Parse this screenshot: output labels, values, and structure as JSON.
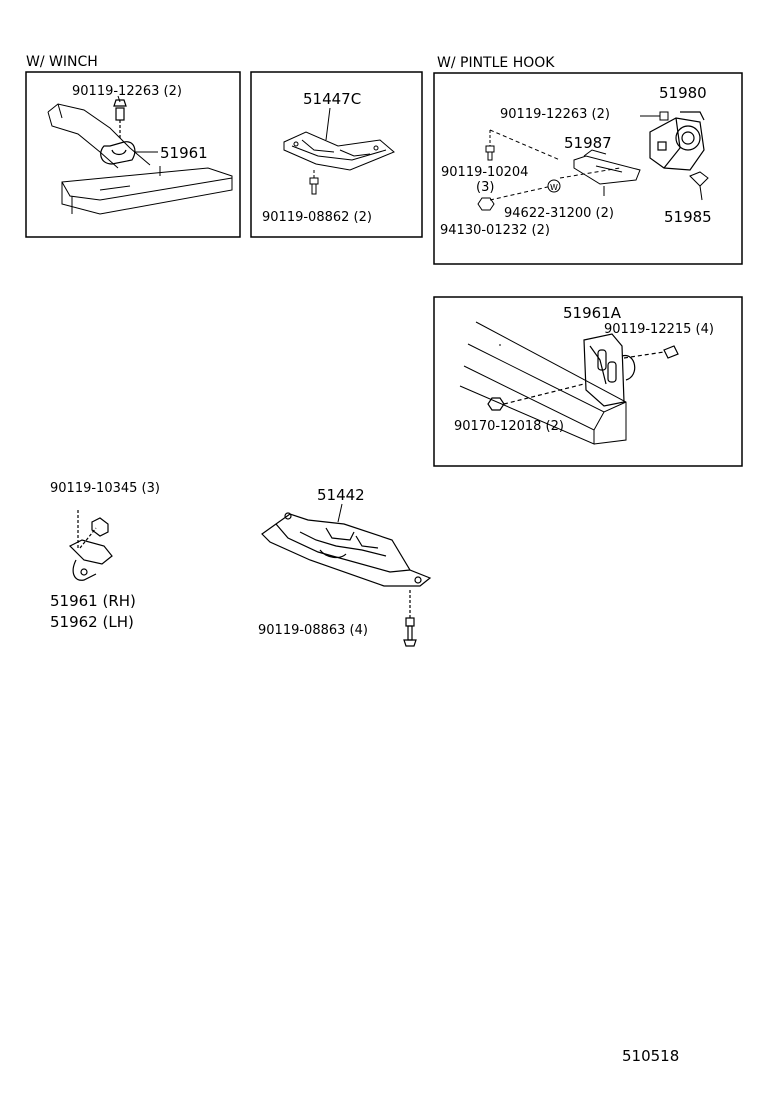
{
  "sections": {
    "winch": "W/ WINCH",
    "pintle": "W/ PINTLE  HOOK"
  },
  "parts": {
    "winch_bolt": "90119-12263 (2)",
    "winch_hook": "51961",
    "brace_top": "51447C",
    "brace_top_bolt": "90119-08862 (2)",
    "pintle_hook": "51980",
    "pintle_bolt_top": "90119-12263 (2)",
    "pintle_bracket": "51987",
    "pintle_bolt_b_line1": "90119-10204",
    "pintle_bolt_b_line2": "(3)",
    "pintle_washer": "94622-31200 (2)",
    "pintle_nut": "94130-01232 (2)",
    "pintle_pin": "51985",
    "tow_hook_a": "51961A",
    "tow_hook_a_bolt": "90119-12215 (4)",
    "tow_hook_a_nut": "90170-12018 (2)",
    "front_hook_bolt": "90119-10345 (3)",
    "front_hook_rh": "51961 (RH)",
    "front_hook_lh": "51962 (LH)",
    "skid_plate": "51442",
    "skid_plate_bolt": "90119-08863 (4)"
  },
  "footer": {
    "figure_code": "510518"
  }
}
